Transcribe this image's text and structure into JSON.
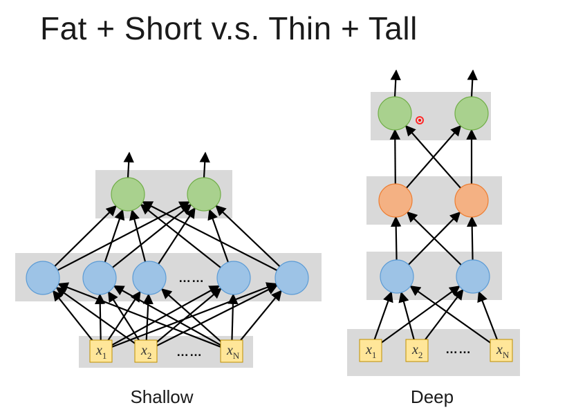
{
  "title": "Fat + Short v.s. Thin + Tall",
  "shallow": {
    "caption": "Shallow",
    "input_labels": [
      {
        "var": "x",
        "sub": "1"
      },
      {
        "var": "x",
        "sub": "2"
      },
      {
        "var": "x",
        "sub": "N"
      }
    ],
    "input_ellipsis": "……",
    "hidden_ellipsis": "……"
  },
  "deep": {
    "caption": "Deep",
    "input_labels": [
      {
        "var": "x",
        "sub": "1"
      },
      {
        "var": "x",
        "sub": "2"
      },
      {
        "var": "x",
        "sub": "N"
      }
    ],
    "input_ellipsis": "……"
  },
  "colors": {
    "band": "#d9d9d9",
    "hidden_node": "#9dc3e6",
    "output_node": "#a9d18e",
    "middle_node": "#f4b183",
    "input_box": "#ffe699",
    "cursor_dot": "#ff0000"
  }
}
